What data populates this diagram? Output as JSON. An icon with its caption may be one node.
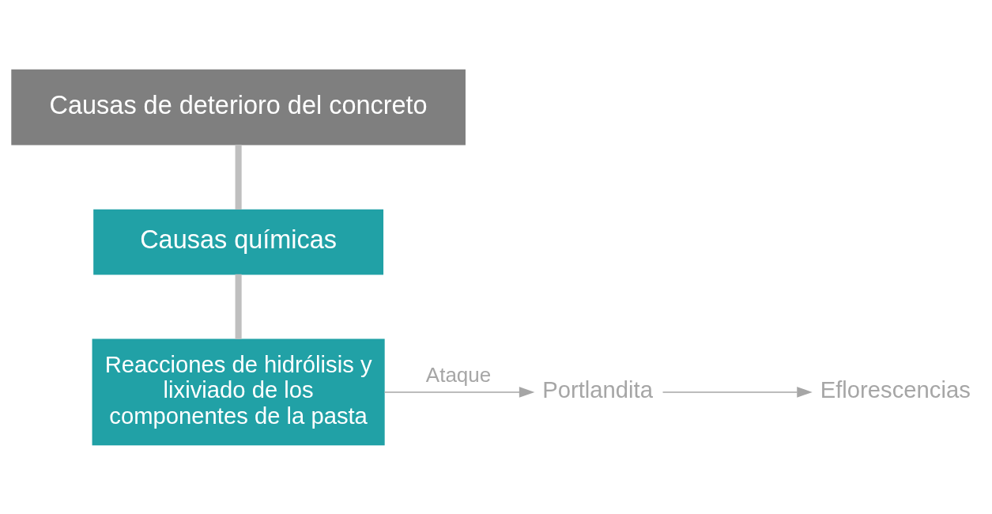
{
  "diagram": {
    "nodes": [
      {
        "text": [
          "Causas de deterioro del concreto"
        ]
      },
      {
        "text": [
          "Causas químicas"
        ]
      },
      {
        "text": [
          "Reacciones de hidrólisis y lixiviado de los componentes de la pasta"
        ]
      },
      {
        "text": [
          "Portlandita"
        ]
      },
      {
        "text": [
          "Eflorescencias"
        ]
      }
    ],
    "edges": [
      {
        "from": 0,
        "to": 1,
        "arrow": "none",
        "style": "thick"
      },
      {
        "from": 1,
        "to": 2,
        "arrow": "none",
        "style": "thick"
      },
      {
        "from": 2,
        "to": 3,
        "arrow": "to",
        "label": "Ataque"
      },
      {
        "from": 3,
        "to": 4,
        "arrow": "to"
      }
    ]
  }
}
